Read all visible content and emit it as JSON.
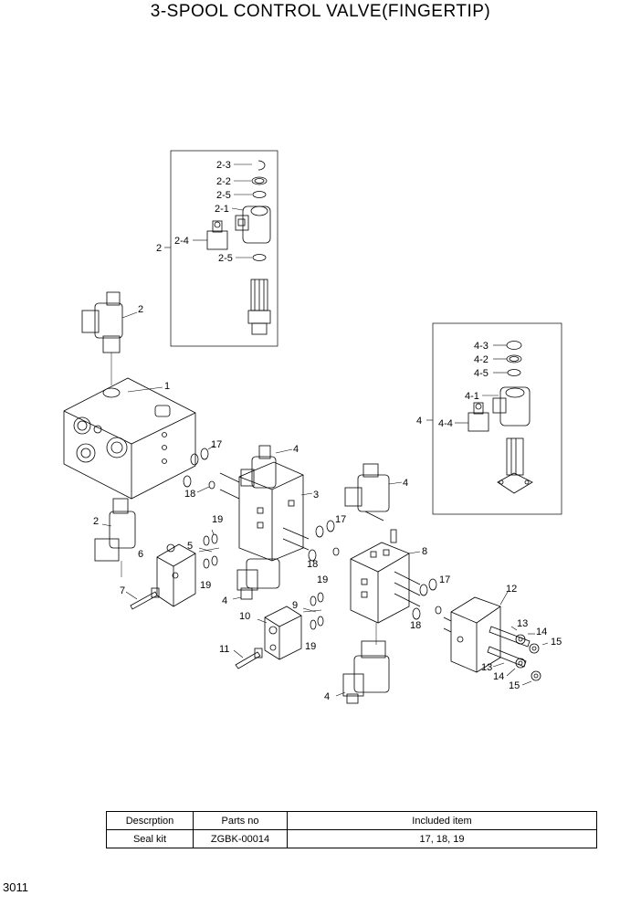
{
  "title": "3-SPOOL CONTROL VALVE(FINGERTIP)",
  "page_number": "3011",
  "callouts": {
    "c2_3": "2-3",
    "c2_2": "2-2",
    "c2_5a": "2-5",
    "c2_1": "2-1",
    "c2_4": "2-4",
    "c2_5b": "2-5",
    "c2_box": "2",
    "c4_3": "4-3",
    "c4_2": "4-2",
    "c4_5": "4-5",
    "c4_1": "4-1",
    "c4_4": "4-4",
    "c4_box": "4",
    "c2_top": "2",
    "c1": "1",
    "c17a": "17",
    "c18a": "18",
    "c4a": "4",
    "c3": "3",
    "c4b": "4",
    "c2_left": "2",
    "c6": "6",
    "c19a": "19",
    "c5": "5",
    "c19b": "19",
    "c7": "7",
    "c4c": "4",
    "c17b": "17",
    "c18b": "18",
    "c8": "8",
    "c19c": "19",
    "c9": "9",
    "c19d": "19",
    "c10": "10",
    "c11": "11",
    "c17c": "17",
    "c18c": "18",
    "c12": "12",
    "c13a": "13",
    "c14a": "14",
    "c15a": "15",
    "c13b": "13",
    "c14b": "14",
    "c15b": "15",
    "c4d": "4"
  },
  "table": {
    "headers": [
      "Descrption",
      "Parts no",
      "Included item"
    ],
    "rows": [
      [
        "Seal kit",
        "ZGBK-00014",
        "17, 18, 19"
      ]
    ]
  }
}
